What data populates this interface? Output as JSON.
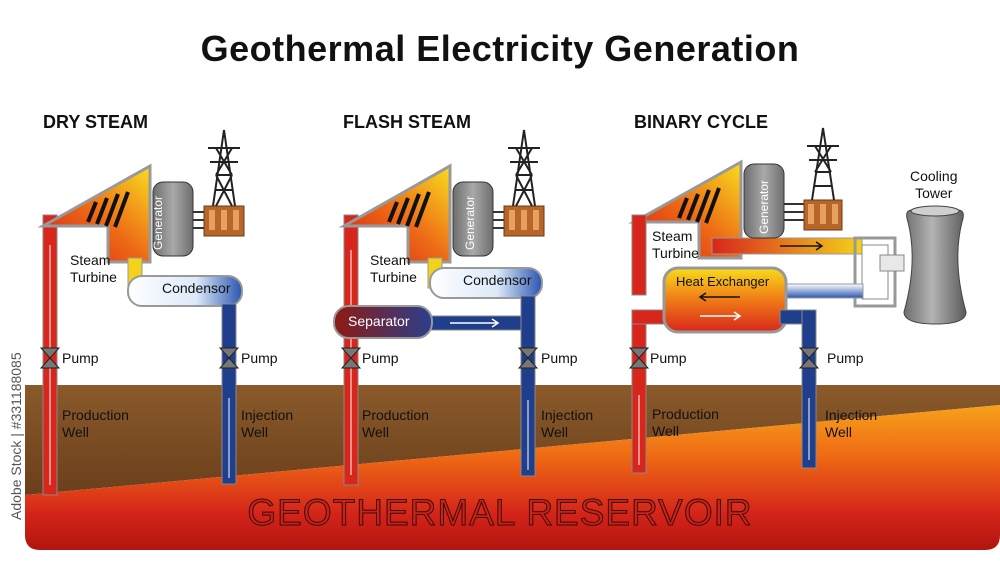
{
  "title": "Geothermal Electricity Generation",
  "sections": {
    "dry": {
      "heading": "DRY STEAM",
      "turbine_label": "Steam\nTurbine",
      "generator_label": "Generator",
      "condenser_label": "Condensor",
      "pump_left": "Pump",
      "pump_right": "Pump",
      "production_well": "Production\nWell",
      "injection_well": "Injection\nWell"
    },
    "flash": {
      "heading": "FLASH STEAM",
      "turbine_label": "Steam\nTurbine",
      "generator_label": "Generator",
      "condenser_label": "Condensor",
      "separator_label": "Separator",
      "pump_left": "Pump",
      "pump_right": "Pump",
      "production_well": "Production\nWell",
      "injection_well": "Injection\nWell"
    },
    "binary": {
      "heading": "BINARY CYCLE",
      "turbine_label": "Steam\nTurbine",
      "generator_label": "Generator",
      "heat_exchanger_label": "Heat Exchanger",
      "cooling_tower_label": "Cooling\nTower",
      "pump_left": "Pump",
      "pump_right": "Pump",
      "production_well": "Production\nWell",
      "injection_well": "Injection\nWell"
    }
  },
  "reservoir_label": "GEOTHERMAL RESERVOIR",
  "watermark": "Adobe Stock | #331188085",
  "colors": {
    "hot": "#d8261c",
    "cold": "#1f3e8c",
    "steam": "#f3d21a",
    "ground": "#7a4a22",
    "generator": "#8a8a8a",
    "separator": "#7a1410"
  }
}
